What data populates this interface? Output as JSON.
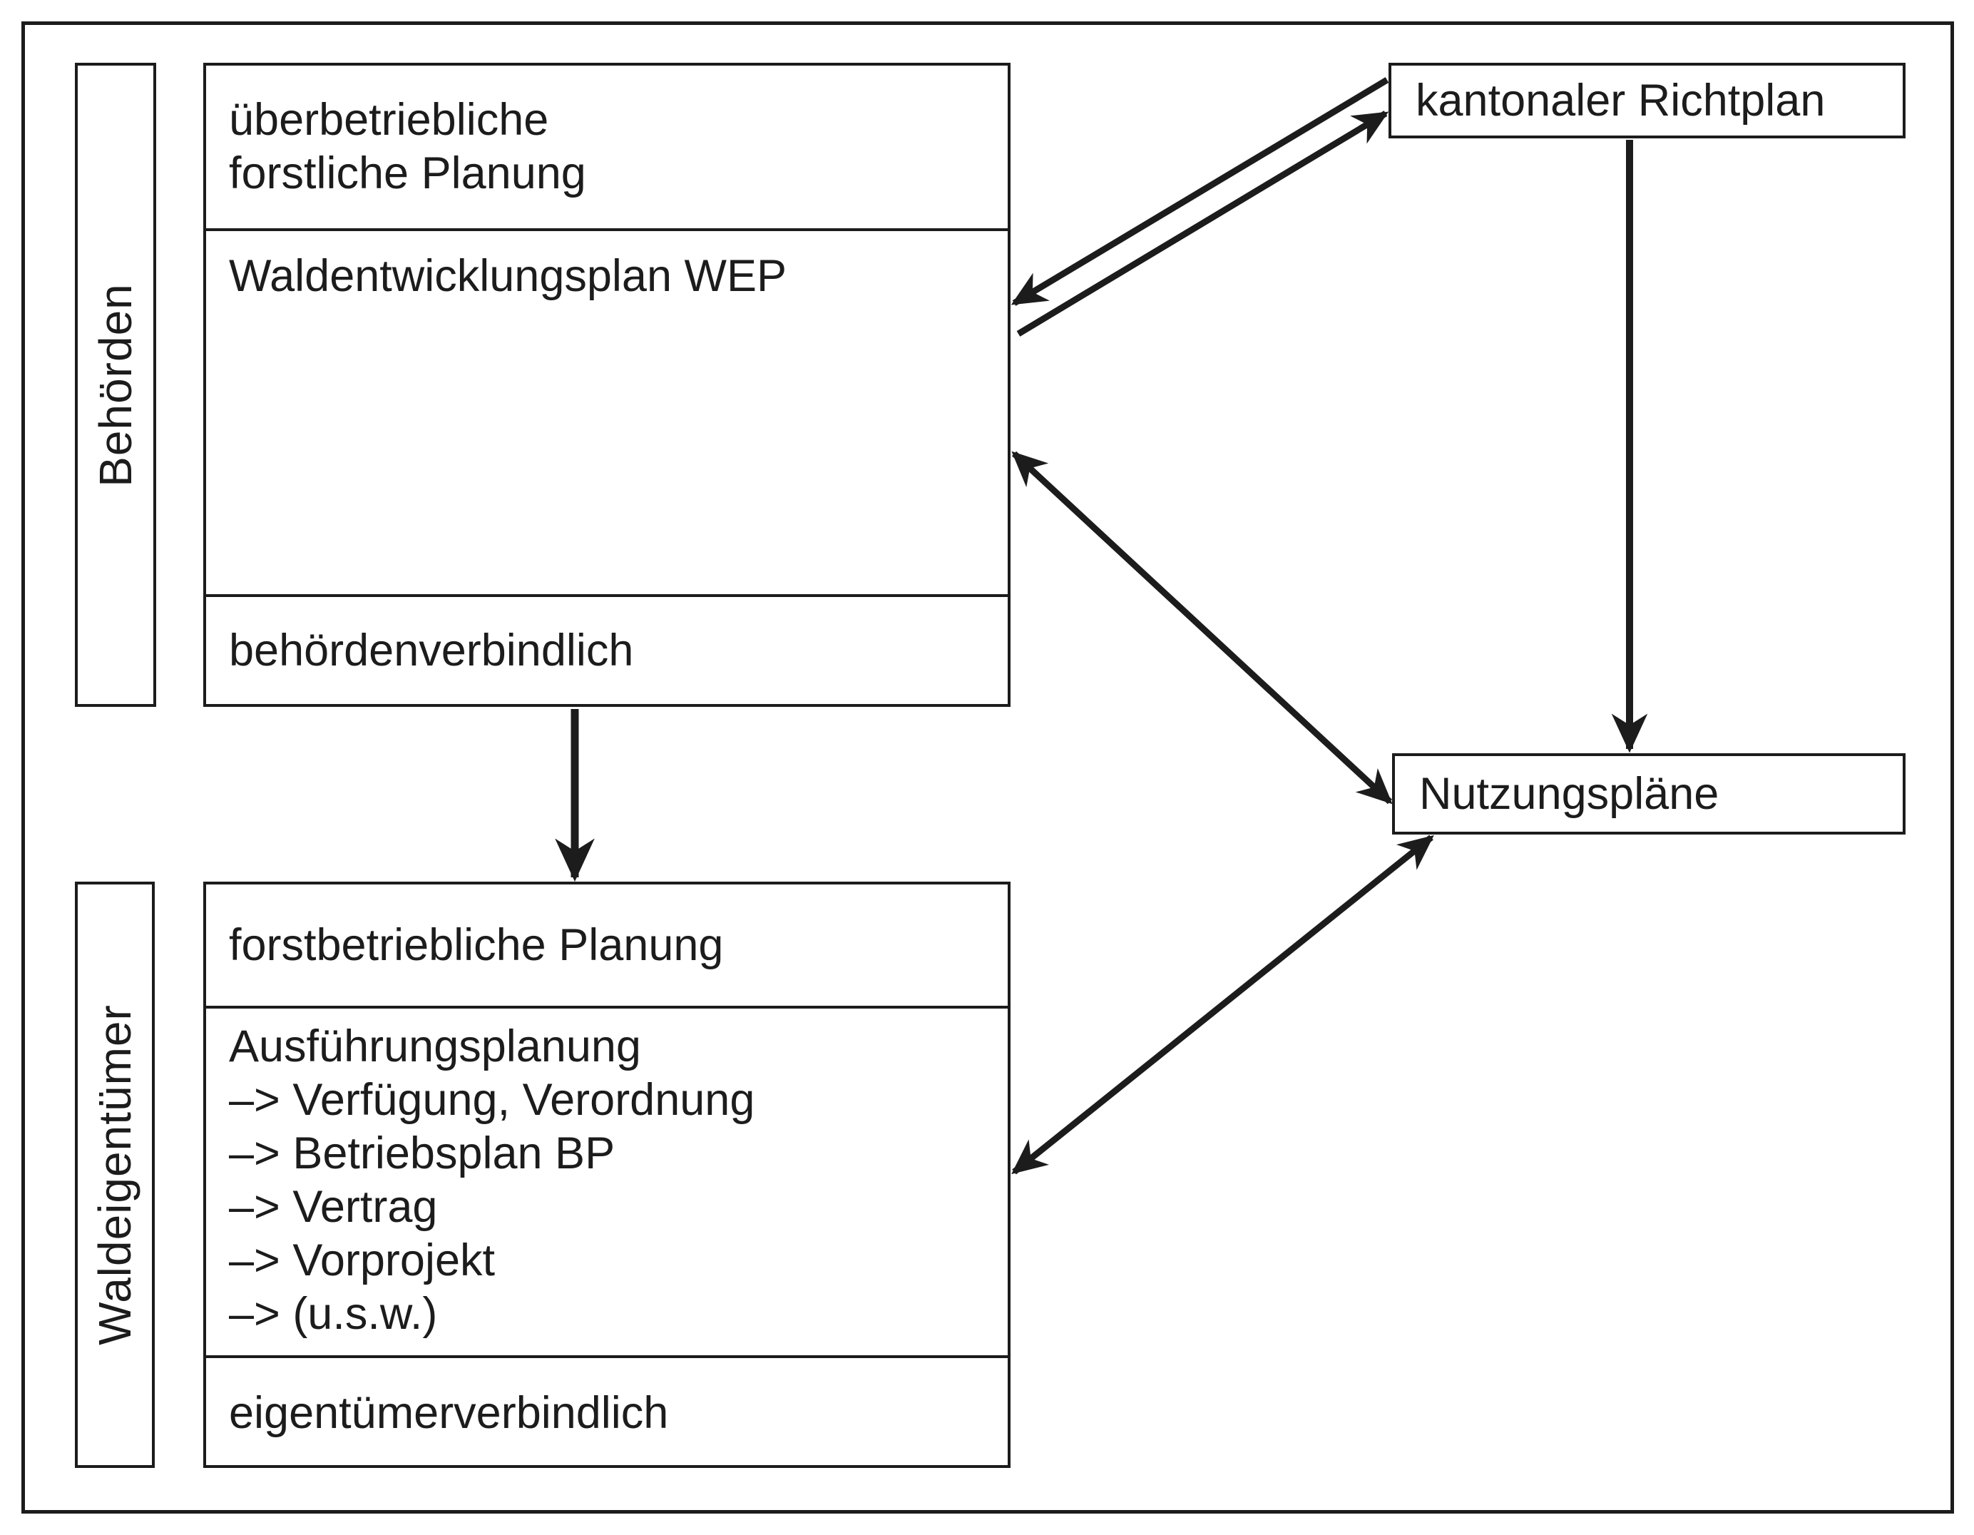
{
  "colors": {
    "ink": "#1c1c1c",
    "background": "#ffffff"
  },
  "lanes": {
    "authorities": "Behörden",
    "forest_owners": "Waldeigentümer"
  },
  "supra_company_planning_box": {
    "title_line1": "überbetriebliche",
    "title_line2": "forstliche Planung",
    "plan": "Waldentwicklungsplan WEP",
    "binding_note": "behördenverbindlich"
  },
  "company_planning_box": {
    "title": "forstbetriebliche Planung",
    "execution_title": "Ausführungsplanung",
    "execution_items": [
      "–> Verfügung, Verordnung",
      "–> Betriebsplan BP",
      "–> Vertrag",
      "–> Vorprojekt",
      "–> (u.s.w.)"
    ],
    "binding_note": "eigentümerverbindlich"
  },
  "cantonal_structure_plan_box": {
    "label": "kantonaler Richtplan"
  },
  "land_use_plans_box": {
    "label": "Nutzungspläne"
  }
}
